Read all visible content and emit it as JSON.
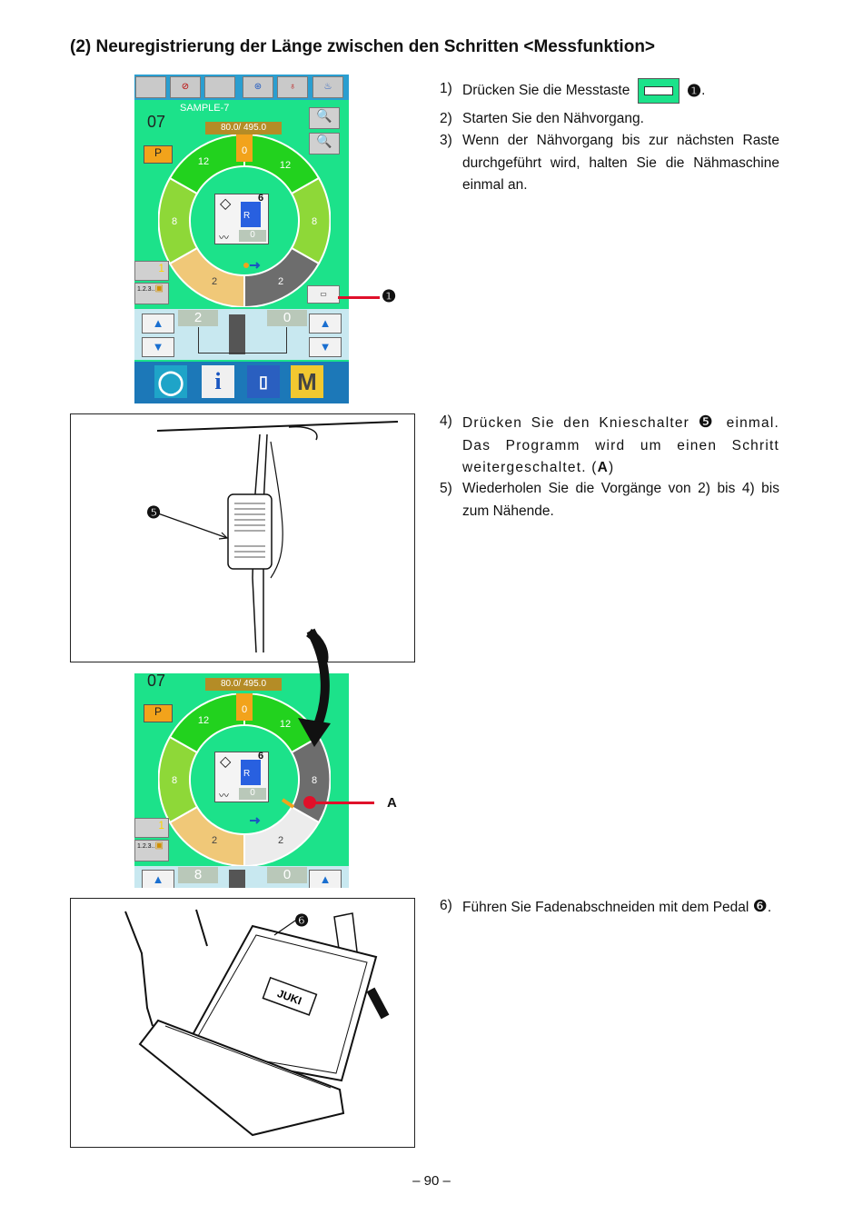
{
  "section_title": "(2) Neuregistrierung der Länge zwischen den Schritten <Messfunktion>",
  "steps": [
    {
      "num": "1)",
      "text_before": "Drücken Sie die Messtaste",
      "badge": "❶",
      "text_after": "."
    },
    {
      "num": "2)",
      "text": "Starten Sie den Nähvorgang."
    },
    {
      "num": "3)",
      "text": "Wenn der Nähvorgang bis zur nächsten Raste durchgeführt wird, halten Sie die Nähmaschine einmal an."
    },
    {
      "num": "4)",
      "text_before": "Drücken Sie den Knieschalter",
      "badge": "❺",
      "text_after": "einmal. Das Programm wird um einen Schritt weitergeschaltet. (",
      "bold": "A",
      "text_end": ")"
    },
    {
      "num": "5)",
      "text": "Wiederholen Sie die Vorgänge von 2) bis 4) bis zum Nähende."
    },
    {
      "num": "6)",
      "text_before": "Führen Sie Fadenabschneiden mit dem Pedal",
      "badge": "❻",
      "text_after": "."
    }
  ],
  "panel1": {
    "pattern_name": "SAMPLE-7",
    "pattern_no": "07",
    "length_display": "80.0/ 495.0",
    "p_label": "P",
    "top_segment": "0",
    "segments": [
      "12",
      "12",
      "8",
      "8",
      "2",
      "2"
    ],
    "center_number": "6",
    "center_r": "R",
    "center_value": "0",
    "counter": "1",
    "counter_label": "1.2.3..",
    "left_value": "2",
    "right_value": "0",
    "m_label": "M",
    "info_label": "i"
  },
  "panel2": {
    "pattern_no": "07",
    "length_display": "80.0/ 495.0",
    "p_label": "P",
    "top_segment": "0",
    "segments": [
      "12",
      "12",
      "8",
      "8",
      "2",
      "2"
    ],
    "center_number": "6",
    "center_r": "R",
    "center_value": "0",
    "counter": "1",
    "counter_label": "1.2.3..",
    "left_value": "8",
    "right_value": "0"
  },
  "callouts": {
    "measure_key": "❶",
    "knee_switch": "❺",
    "label_a": "A",
    "pedal": "❻"
  },
  "pedal_brand": "JUKI",
  "page_number": "– 90 –",
  "colors": {
    "panel_green": "#1ce28a",
    "ring_green": "#22d21e",
    "ring_yellowgreen": "#8ed838",
    "ring_tan": "#f0c878",
    "ring_grey": "#6d6d6d",
    "segment_orange": "#f2a31b",
    "callout_red": "#e0102a"
  }
}
